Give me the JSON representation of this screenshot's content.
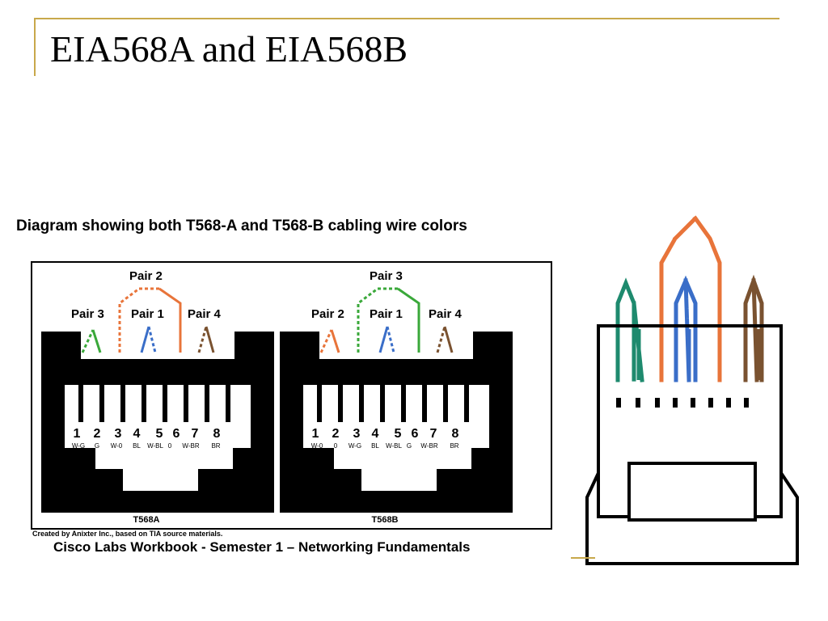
{
  "slide": {
    "title": "EIA568A and EIA568B"
  },
  "diagram": {
    "heading": "Diagram showing both T568-A and T568-B cabling wire colors",
    "credit": "Created by Anixter Inc., based on TIA source materials.",
    "source": "Cisco Labs Workbook - Semester 1 – Networking Fundamentals",
    "jacks": [
      {
        "label": "T568A",
        "pair_labels": {
          "top": "Pair 2",
          "left": "Pair 3",
          "middle": "Pair 1",
          "right": "Pair 4"
        },
        "pin_numbers": [
          "1",
          "2",
          "3",
          "4",
          "5",
          "6",
          "7",
          "8"
        ],
        "pin_colors": [
          "W-G",
          "G",
          "W-0",
          "BL",
          "W-BL",
          "0",
          "W-BR",
          "BR"
        ]
      },
      {
        "label": "T568B",
        "pair_labels": {
          "top": "Pair 3",
          "left": "Pair 2",
          "middle": "Pair 1",
          "right": "Pair 4"
        },
        "pin_numbers": [
          "1",
          "2",
          "3",
          "4",
          "5",
          "6",
          "7",
          "8"
        ],
        "pin_colors": [
          "W-0",
          "0",
          "W-G",
          "BL",
          "W-BL",
          "G",
          "W-BR",
          "BR"
        ]
      }
    ],
    "wire_colors": {
      "green": "#3aa83a",
      "orange": "#e8743a",
      "blue": "#3a6ec8",
      "brown": "#7a5230",
      "plug_green": "#1e8a6e"
    }
  }
}
